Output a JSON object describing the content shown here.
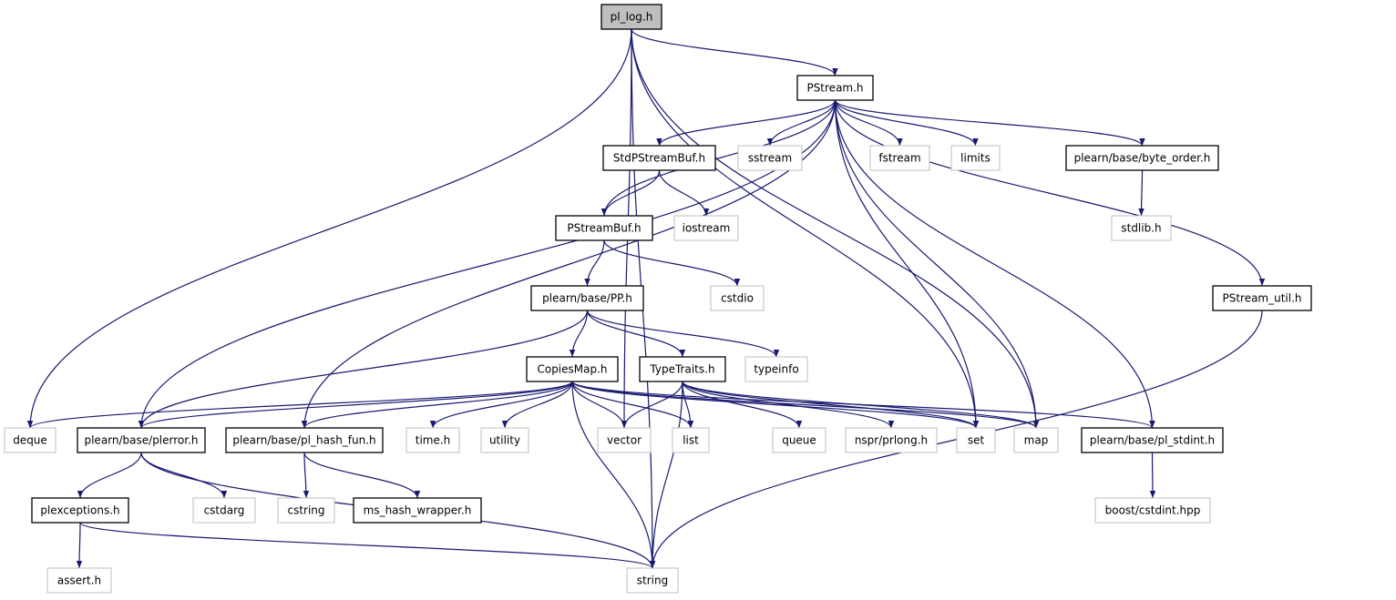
{
  "colors": {
    "edge": "#191970",
    "focus_fill": "#bfbfbf",
    "local_border": "#000000",
    "system_border": "#bfbfbf",
    "text": "#000000"
  },
  "nodes": [
    {
      "id": "pl_log",
      "label": "pl_log.h",
      "kind": "focus"
    },
    {
      "id": "PStream",
      "label": "PStream.h",
      "kind": "local"
    },
    {
      "id": "StdPStreamBuf",
      "label": "StdPStreamBuf.h",
      "kind": "local"
    },
    {
      "id": "sstream",
      "label": "sstream",
      "kind": "system"
    },
    {
      "id": "fstream",
      "label": "fstream",
      "kind": "system"
    },
    {
      "id": "limits",
      "label": "limits",
      "kind": "system"
    },
    {
      "id": "byte_order",
      "label": "plearn/base/byte_order.h",
      "kind": "local"
    },
    {
      "id": "PStreamBuf",
      "label": "PStreamBuf.h",
      "kind": "local"
    },
    {
      "id": "iostream",
      "label": "iostream",
      "kind": "system"
    },
    {
      "id": "stdlib",
      "label": "stdlib.h",
      "kind": "system"
    },
    {
      "id": "PP",
      "label": "plearn/base/PP.h",
      "kind": "local"
    },
    {
      "id": "cstdio",
      "label": "cstdio",
      "kind": "system"
    },
    {
      "id": "PStream_util",
      "label": "PStream_util.h",
      "kind": "local"
    },
    {
      "id": "CopiesMap",
      "label": "CopiesMap.h",
      "kind": "local"
    },
    {
      "id": "TypeTraits",
      "label": "TypeTraits.h",
      "kind": "local"
    },
    {
      "id": "typeinfo",
      "label": "typeinfo",
      "kind": "system"
    },
    {
      "id": "deque",
      "label": "deque",
      "kind": "system"
    },
    {
      "id": "plerror",
      "label": "plearn/base/plerror.h",
      "kind": "local"
    },
    {
      "id": "pl_hash_fun",
      "label": "plearn/base/pl_hash_fun.h",
      "kind": "local"
    },
    {
      "id": "time",
      "label": "time.h",
      "kind": "system"
    },
    {
      "id": "utility",
      "label": "utility",
      "kind": "system"
    },
    {
      "id": "vector",
      "label": "vector",
      "kind": "system"
    },
    {
      "id": "list",
      "label": "list",
      "kind": "system"
    },
    {
      "id": "queue",
      "label": "queue",
      "kind": "system"
    },
    {
      "id": "prlong",
      "label": "nspr/prlong.h",
      "kind": "system"
    },
    {
      "id": "set",
      "label": "set",
      "kind": "system"
    },
    {
      "id": "map",
      "label": "map",
      "kind": "system"
    },
    {
      "id": "pl_stdint",
      "label": "plearn/base/pl_stdint.h",
      "kind": "local"
    },
    {
      "id": "plexceptions",
      "label": "plexceptions.h",
      "kind": "local"
    },
    {
      "id": "cstdarg",
      "label": "cstdarg",
      "kind": "system"
    },
    {
      "id": "cstring",
      "label": "cstring",
      "kind": "system"
    },
    {
      "id": "ms_hash_wrapper",
      "label": "ms_hash_wrapper.h",
      "kind": "local"
    },
    {
      "id": "cstdint",
      "label": "boost/cstdint.hpp",
      "kind": "system"
    },
    {
      "id": "assert",
      "label": "assert.h",
      "kind": "system"
    },
    {
      "id": "string",
      "label": "string",
      "kind": "system"
    }
  ],
  "edges": [
    [
      "pl_log",
      "PStream"
    ],
    [
      "pl_log",
      "deque"
    ],
    [
      "pl_log",
      "vector"
    ],
    [
      "pl_log",
      "set"
    ],
    [
      "pl_log",
      "map"
    ],
    [
      "pl_log",
      "string"
    ],
    [
      "PStream",
      "StdPStreamBuf"
    ],
    [
      "PStream",
      "sstream"
    ],
    [
      "PStream",
      "fstream"
    ],
    [
      "PStream",
      "limits"
    ],
    [
      "PStream",
      "byte_order"
    ],
    [
      "PStream",
      "PStreamBuf"
    ],
    [
      "PStream",
      "plerror"
    ],
    [
      "PStream",
      "pl_hash_fun"
    ],
    [
      "PStream",
      "set"
    ],
    [
      "PStream",
      "map"
    ],
    [
      "PStream",
      "pl_stdint"
    ],
    [
      "PStream",
      "PStream_util"
    ],
    [
      "StdPStreamBuf",
      "PStreamBuf"
    ],
    [
      "StdPStreamBuf",
      "iostream"
    ],
    [
      "byte_order",
      "stdlib"
    ],
    [
      "PStreamBuf",
      "PP"
    ],
    [
      "PStreamBuf",
      "cstdio"
    ],
    [
      "PP",
      "plerror"
    ],
    [
      "PP",
      "CopiesMap"
    ],
    [
      "PP",
      "TypeTraits"
    ],
    [
      "PP",
      "typeinfo"
    ],
    [
      "PStream_util",
      "string"
    ],
    [
      "CopiesMap",
      "deque"
    ],
    [
      "CopiesMap",
      "plerror"
    ],
    [
      "CopiesMap",
      "pl_hash_fun"
    ],
    [
      "CopiesMap",
      "time"
    ],
    [
      "CopiesMap",
      "utility"
    ],
    [
      "CopiesMap",
      "vector"
    ],
    [
      "CopiesMap",
      "list"
    ],
    [
      "CopiesMap",
      "set"
    ],
    [
      "CopiesMap",
      "map"
    ],
    [
      "CopiesMap",
      "pl_stdint"
    ],
    [
      "CopiesMap",
      "string"
    ],
    [
      "TypeTraits",
      "vector"
    ],
    [
      "TypeTraits",
      "list"
    ],
    [
      "TypeTraits",
      "queue"
    ],
    [
      "TypeTraits",
      "prlong"
    ],
    [
      "TypeTraits",
      "set"
    ],
    [
      "TypeTraits",
      "map"
    ],
    [
      "TypeTraits",
      "string"
    ],
    [
      "plerror",
      "plexceptions"
    ],
    [
      "plerror",
      "cstdarg"
    ],
    [
      "plerror",
      "string"
    ],
    [
      "pl_hash_fun",
      "cstring"
    ],
    [
      "pl_hash_fun",
      "ms_hash_wrapper"
    ],
    [
      "pl_stdint",
      "cstdint"
    ],
    [
      "plexceptions",
      "assert"
    ],
    [
      "plexceptions",
      "string"
    ]
  ]
}
